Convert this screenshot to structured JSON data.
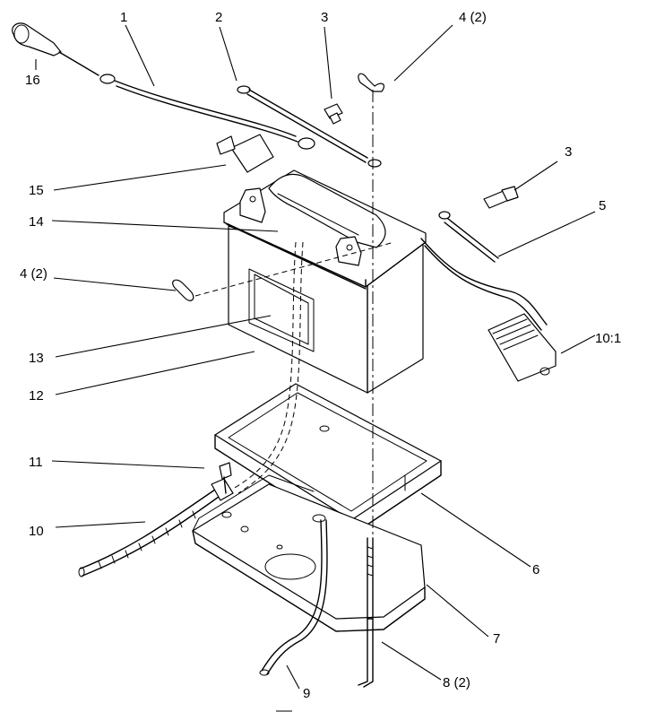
{
  "callouts": {
    "c1": "1",
    "c2": "2",
    "c3a": "3",
    "c4a": "4 (2)",
    "c16": "16",
    "c3b": "3",
    "c15": "15",
    "c14": "14",
    "c5": "5",
    "c4b": "4 (2)",
    "c10_1": "10:1",
    "c13": "13",
    "c12": "12",
    "c11": "11",
    "c10": "10",
    "c6": "6",
    "c7": "7",
    "c8": "8 (2)",
    "c9": "9"
  }
}
